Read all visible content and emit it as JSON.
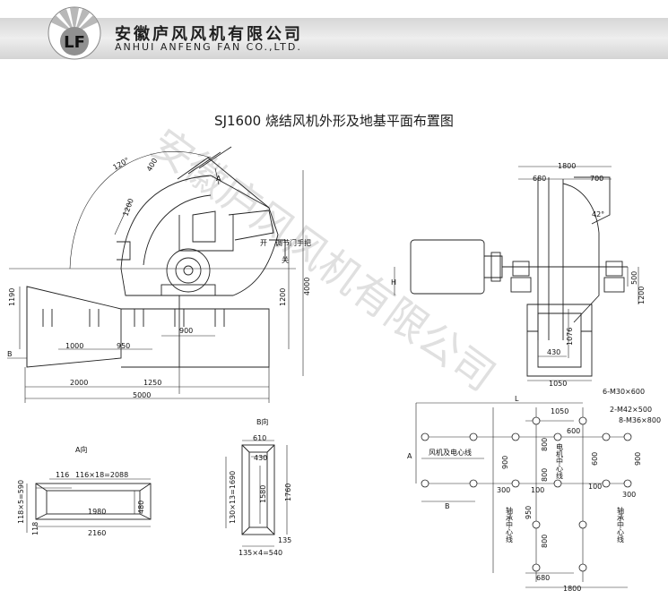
{
  "header": {
    "company_cn": "安徽庐风风机有限公司",
    "company_en": "ANHUI ANFENG FAN CO.,LTD.",
    "logo_text": "LF"
  },
  "title": "SJ1600 烧结风机外形及地基平面布置图",
  "labels": {
    "angle_120": "120°",
    "dim_400": "400",
    "dim_1200a": "1200",
    "mark_A": "A",
    "open": "开",
    "close": "关",
    "handle": "调节门手把",
    "dim_1190": "1190",
    "dim_1200b": "1200",
    "dim_4000": "4000",
    "dim_900": "900",
    "dim_1000": "1000",
    "dim_950": "950",
    "mark_B": "B",
    "dim_2000": "2000",
    "dim_1250": "1250",
    "dim_5000": "5000",
    "a_view": "A向",
    "b_view": "B向",
    "dim_116": "116",
    "dim_116x18": "116×18=2088",
    "dim_118x5": "118×5=590",
    "dim_1980": "1980",
    "dim_480": "480",
    "dim_118": "118",
    "dim_2160": "2160",
    "dim_610": "610",
    "dim_430b": "430",
    "dim_130x13": "130×13=1690",
    "dim_1580": "1580",
    "dim_1760": "1760",
    "dim_135": "135",
    "dim_135x4": "135×4=540",
    "dim_1800": "1800",
    "dim_680": "680",
    "dim_700": "700",
    "angle_42": "42°",
    "mark_H": "H",
    "dim_500": "500",
    "dim_1200c": "1200",
    "dim_1076": "1076",
    "dim_430": "430",
    "dim_1050": "1050",
    "mark_L": "L",
    "bolt_m30": "6-M30×600",
    "bolt_m42": "2-M42×500",
    "bolt_m36": "8-M36×800",
    "dim_1050b": "1050",
    "dim_600a": "600",
    "dim_800a": "800",
    "dim_900b": "900",
    "dim_600b": "600",
    "dim_900c": "900",
    "dim_800b": "800",
    "dim_300a": "300",
    "dim_100a": "100",
    "dim_100b": "100",
    "dim_300b": "300",
    "dim_950b": "950",
    "dim_800c": "800",
    "dim_680b": "680",
    "dim_1800b": "1800",
    "fan_center": "风机及电心线",
    "mark_A2": "A",
    "mark_B2": "B",
    "motor_center_v": "电机中心线",
    "bearing_center_v": "轴承中心线",
    "bearing_center_v2": "轴承中心线"
  },
  "watermark": "安徽庐风风机有限公司"
}
